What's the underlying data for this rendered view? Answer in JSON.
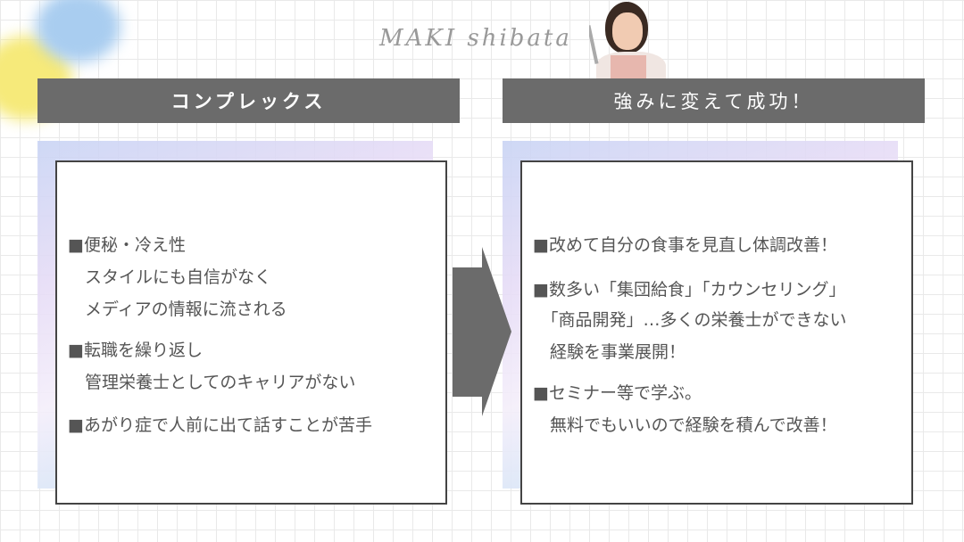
{
  "signature": "MAKI shibata",
  "left": {
    "title": "コンプレックス",
    "lines": [
      "■便秘・冷え性",
      "　スタイルにも自信がなく",
      "　メディアの情報に流される",
      "■転職を繰り返し",
      "　管理栄養士としてのキャリアがない",
      "■あがり症で人前に出て話すことが苦手"
    ]
  },
  "right": {
    "title": "強みに変えて成功！",
    "lines": [
      "■改めて自分の食事を見直し体調改善！",
      "■数多い「集団給食」「カウンセリング」",
      "　「商品開発」…多くの栄養士ができない",
      "　経験を事業展開！",
      "■セミナー等で学ぶ。",
      "　無料でもいいので経験を積んで改善！"
    ]
  },
  "colors": {
    "header": "#6b6b6b",
    "arrow": "#6b6b6b",
    "text": "#555555"
  }
}
